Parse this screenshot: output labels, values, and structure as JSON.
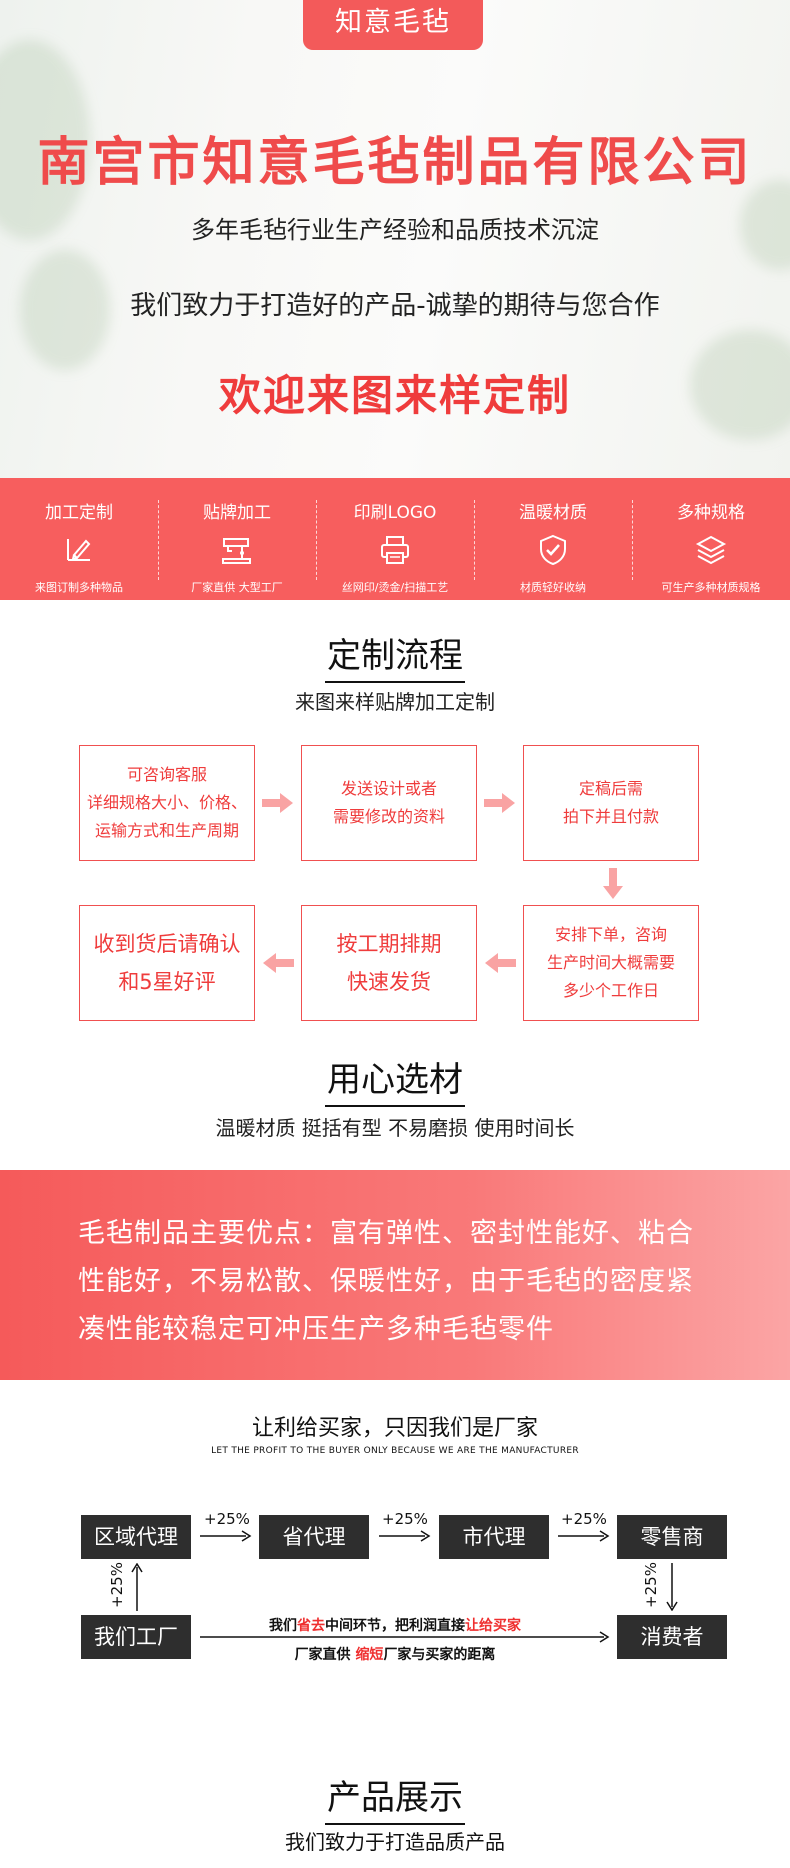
{
  "hero": {
    "brand": "知意毛毡",
    "company": "南宫市知意毛毡制品有限公司",
    "tagline1": "多年毛毡行业生产经验和品质技术沉淀",
    "tagline2": "我们致力于打造好的产品-诚挚的期待与您合作",
    "welcome": "欢迎来图来样定制"
  },
  "features": [
    {
      "title": "加工定制",
      "icon": "pen-ruler-icon",
      "sub": "来图订制多种物品"
    },
    {
      "title": "贴牌加工",
      "icon": "sewing-machine-icon",
      "sub": "厂家直供 大型工厂"
    },
    {
      "title": "印刷LOGO",
      "icon": "printer-icon",
      "sub": "丝网印/烫金/扫描工艺"
    },
    {
      "title": "温暖材质",
      "icon": "shield-check-icon",
      "sub": "材质轻好收纳"
    },
    {
      "title": "多种规格",
      "icon": "layers-icon",
      "sub": "可生产多种材质规格"
    }
  ],
  "process": {
    "title": "定制流程",
    "subtitle": "来图来样贴牌加工定制",
    "steps": [
      {
        "lines": [
          "可咨询客服",
          "详细规格大小、价格、",
          "运输方式和生产周期"
        ]
      },
      {
        "lines": [
          "发送设计或者",
          "需要修改的资料"
        ]
      },
      {
        "lines": [
          "定稿后需",
          "拍下并且付款"
        ]
      },
      {
        "lines": [
          "安排下单，咨询",
          "生产时间大概需要",
          "多少个工作日"
        ]
      },
      {
        "lines": [
          "按工期排期",
          "快速发货"
        ]
      },
      {
        "lines": [
          "收到货后请确认",
          "和5星好评"
        ]
      }
    ]
  },
  "material": {
    "title": "用心选材",
    "subtitle": "温暖材质 挺括有型 不易磨损  使用时间长"
  },
  "advantage": {
    "text": "毛毡制品主要优点：富有弹性、密封性能好、粘合性能好，不易松散、保暖性好，由于毛毡的密度紧凑性能较稳定可冲压生产多种毛毡零件"
  },
  "distribution": {
    "title": "让利给买家，只因我们是厂家",
    "subtitle": "LET THE PROFIT TO THE BUYER ONLY BECAUSE WE ARE THE MANUFACTURER",
    "nodes": {
      "regional": "区域代理",
      "provincial": "省代理",
      "city": "市代理",
      "retailer": "零售商",
      "factory": "我们工厂",
      "consumer": "消费者"
    },
    "markup": "+25%",
    "middle_line1": {
      "a": "我们",
      "b": "省去",
      "c": "中间环节，把利润直接",
      "d": "让给买家"
    },
    "middle_line2": {
      "a": "厂家直供 ",
      "b": "缩短",
      "c": "厂家与买家的距离"
    }
  },
  "showcase": {
    "title": "产品展示",
    "subtitle": "我们致力于打造品质产品"
  },
  "colors": {
    "accent": "#f75e5e",
    "accent_text": "#ef3c3c",
    "dark_box": "#2e2e2e"
  }
}
